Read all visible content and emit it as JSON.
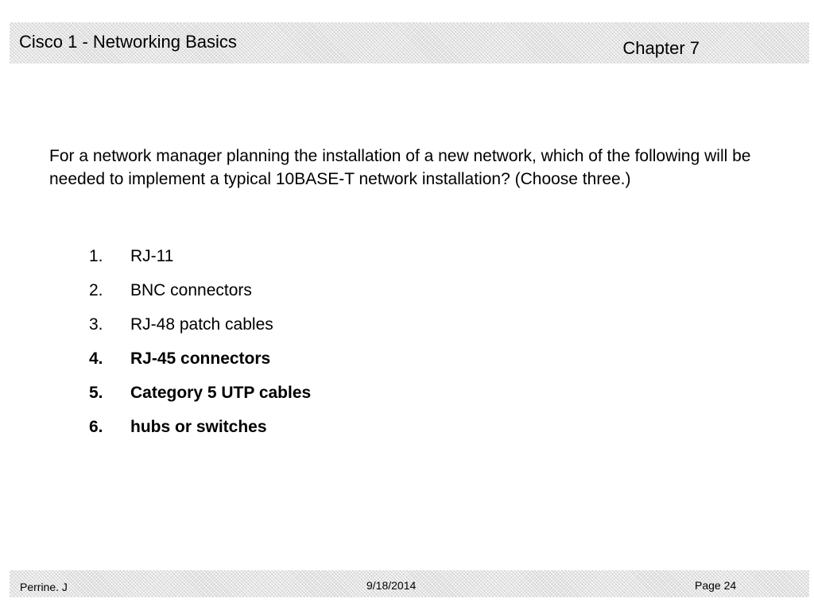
{
  "header": {
    "title": "Cisco 1 - Networking Basics",
    "chapter": "Chapter 7"
  },
  "question": {
    "text": "For a network manager planning the installation of a new network, which of the following will be needed to implement a typical 10BASE-T network installation? (Choose three.)"
  },
  "options": [
    {
      "number": "1.",
      "label": "RJ-11",
      "correct": false
    },
    {
      "number": "2.",
      "label": "BNC connectors",
      "correct": false
    },
    {
      "number": "3.",
      "label": "RJ-48 patch cables",
      "correct": false
    },
    {
      "number": "4.",
      "label": "RJ-45 connectors",
      "correct": true
    },
    {
      "number": "5.",
      "label": "Category 5 UTP cables",
      "correct": true
    },
    {
      "number": "6.",
      "label": "hubs or switches",
      "correct": true
    }
  ],
  "footer": {
    "author": "Perrine. J",
    "date": "9/18/2014",
    "page": "Page 24"
  }
}
